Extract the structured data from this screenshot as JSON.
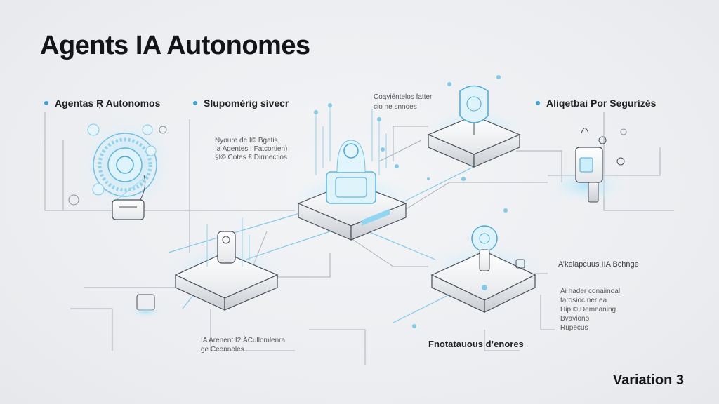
{
  "title": "Agents IA Autonomes",
  "headers": {
    "h1": "Agentas Ŗ Autonomos",
    "h2": "Slupomérig sívecr",
    "h3": "Aliqetbai Por Segurízés"
  },
  "labels": {
    "top_center": [
      "Coąyiéntelos fatter",
      "cio ne snnoes"
    ],
    "left_mid": [
      "Nyoure de I© Bgatis,",
      "Ia Agentes I Fatcortien)",
      "§I© Cotes £ Dirmectios"
    ],
    "right_1": "A’kelapcuus IIA Bchnge",
    "right_2": [
      "Ai hader conaiinoal",
      "tarosioc ner ea",
      "Hip © Demeaning",
      "Bvaviono",
      "Rupecus"
    ],
    "bottom_left": [
      "IA Arenent I2 ÄCullomlenra",
      "ge Ceonnoles"
    ],
    "bottom_center": "Fnotatauous d’enores"
  },
  "footer": "Variation 3",
  "colors": {
    "accent": "#3aa6dc",
    "glow": "#7fd0f2",
    "line": "#a9aeb6",
    "device": "#ffffff",
    "device_dark": "#4a4f57"
  },
  "icons": [
    "server-node-icon",
    "shield-icon",
    "robot-icon",
    "lightbulb-icon",
    "lock-icon",
    "gear-icon",
    "chip-icon"
  ]
}
